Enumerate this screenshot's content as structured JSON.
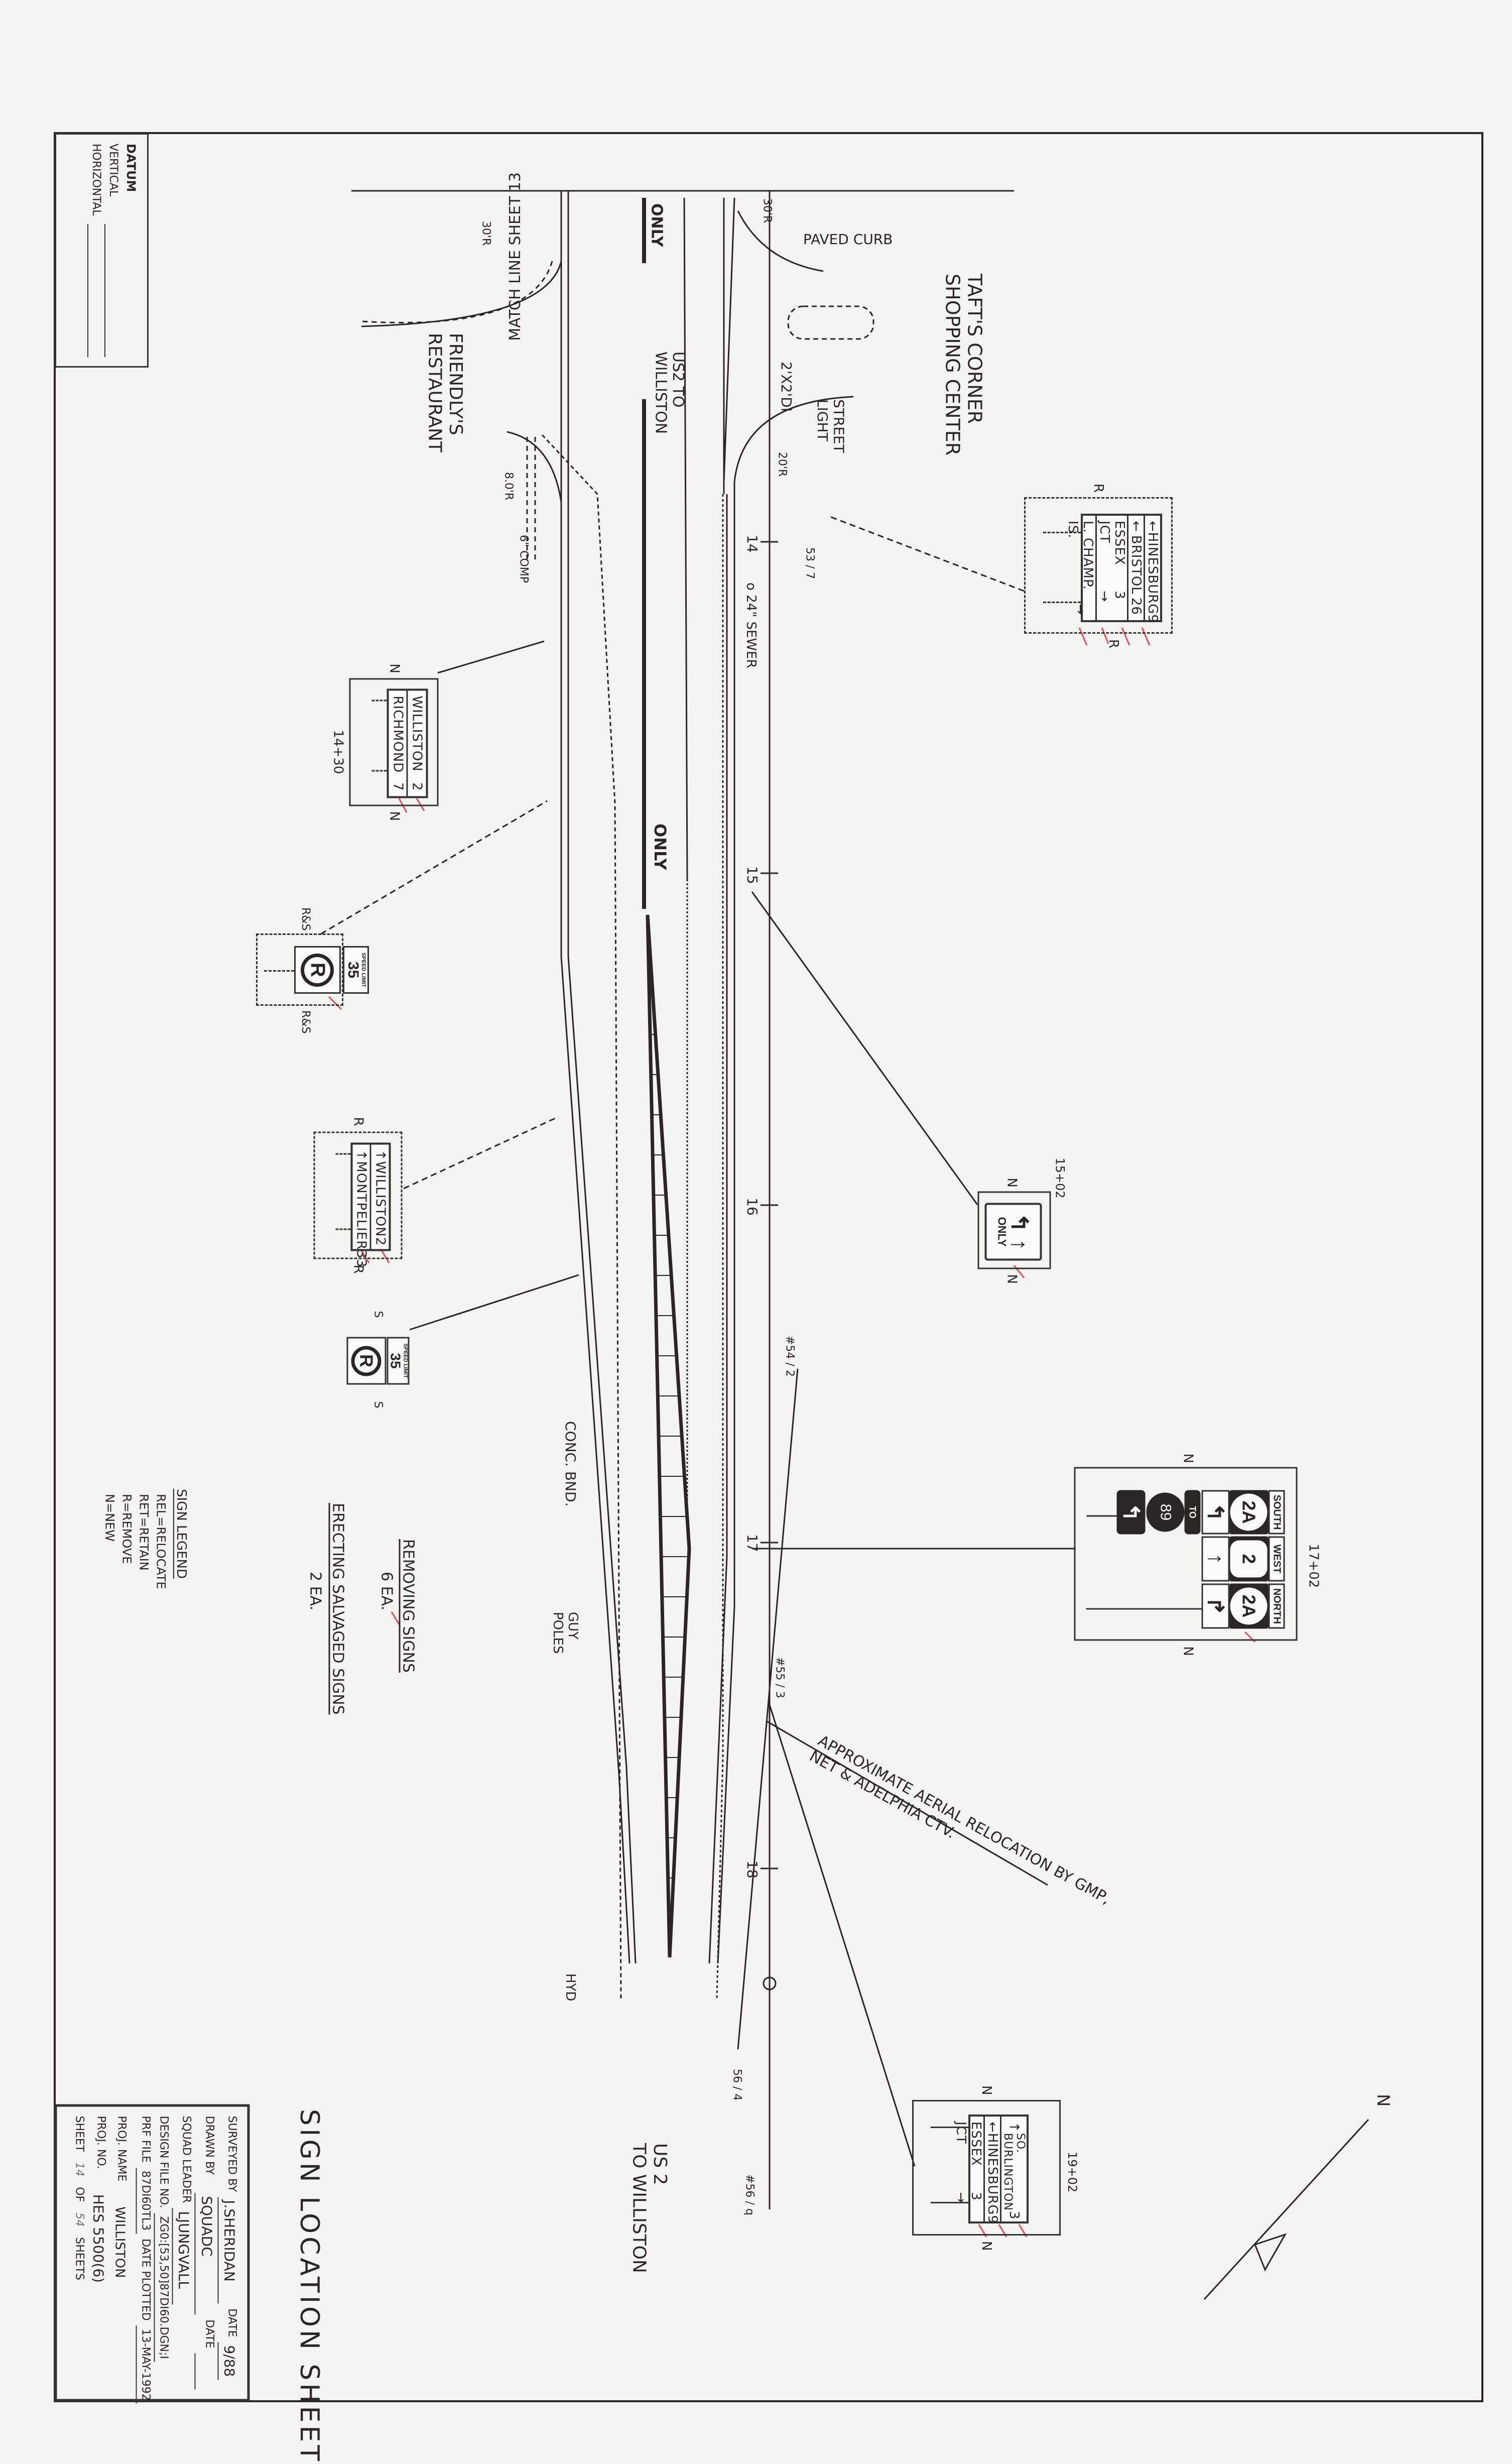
{
  "sheet": {
    "title": "SIGN LOCATION SHEET",
    "match_line": "MATCH LINE SHEET 13"
  },
  "labels": {
    "taft_1": "TAFT'S CORNER",
    "taft_2": "SHOPPING CENTER",
    "friendlys_1": "FRIENDLY'S",
    "friendlys_2": "RESTAURANT",
    "us2_top_1": "US2 TO",
    "us2_top_2": "WILLISTON",
    "us2_bottom_1": "US 2",
    "us2_bottom_2": "TO WILLISTON",
    "paved_curb": "PAVED CURB",
    "drop_inlet": "2'X2'DI",
    "street_light_1": "STREET",
    "street_light_2": "LIGHT",
    "sewer": "o 24\" SEWER",
    "conc_bnd": "CONC. BND.",
    "guy_poles_1": "GUY",
    "guy_poles_2": "POLES",
    "hyd": "HYD",
    "only_top": "ONLY",
    "only_mid": "ONLY",
    "radius_30": "30'R",
    "radius_20": "20'R",
    "radius_30_left": "30'R",
    "radius_8": "8.0'R",
    "comp": "6\" COMP",
    "poles": [
      "53 / 7",
      "#54 / 2",
      "#55 / 3",
      "56 / 4",
      "#56 / q"
    ],
    "aerial_note_1": "APPROXIMATE AERIAL RELOCATION BY GMP,",
    "aerial_note_2": "NET & ADELPHIA CTV.",
    "north": "N"
  },
  "stations": [
    "14",
    "15",
    "16",
    "17",
    "18"
  ],
  "signs": {
    "s1": {
      "rows": [
        {
          "arrow": "←",
          "text": "HINESBURG",
          "num": "9"
        },
        {
          "arrow": "←",
          "text": "BRISTOL",
          "num": "26"
        },
        {
          "arrow": "",
          "text": "ESSEX JCT",
          "num": "3 →"
        },
        {
          "arrow": "",
          "text": "L. CHAMP. IS.",
          "num": "→"
        }
      ],
      "code_top": "R",
      "code_bottom": "R"
    },
    "s2": {
      "station": "14+30",
      "rows": [
        {
          "text": "WILLISTON",
          "num": "2"
        },
        {
          "text": "RICHMOND",
          "num": "7"
        }
      ],
      "code_top": "N",
      "code_bottom": "N"
    },
    "s3": {
      "speed_label": "SPEED LIMIT",
      "speed": "35",
      "symbol": "R",
      "code_top": "R&S",
      "code_bottom": "R&S"
    },
    "s4": {
      "rows": [
        {
          "arrow": "↑",
          "text": "WILLISTON",
          "num": "2"
        },
        {
          "arrow": "↑",
          "text": "MONTPELIER",
          "num": "33"
        }
      ],
      "code_top": "R",
      "code_bottom": "R"
    },
    "s5": {
      "speed_label": "SPEED LIMIT",
      "speed": "35",
      "symbol": "R",
      "code_top": "S",
      "code_bottom": "S"
    },
    "s6": {
      "station": "15+02",
      "text": "ONLY",
      "arrows": "↰ ↑",
      "code_top": "N",
      "code_bottom": "N"
    },
    "s7": {
      "station": "17+02",
      "code_top": "N",
      "code_bottom": "N",
      "directions": [
        "SOUTH",
        "WEST",
        "NORTH"
      ],
      "routes": [
        "2A",
        "2",
        "2A"
      ],
      "arrows": [
        "↰",
        "↑",
        "↱"
      ],
      "to": "TO",
      "interstate": "89",
      "bottom_arrow": "↰"
    },
    "s8": {
      "station": "19+02",
      "rows": [
        {
          "arrow": "↑",
          "text": "SO. BURLINGTON",
          "num": "3"
        },
        {
          "arrow": "←",
          "text": "HINESBURG",
          "num": "9"
        },
        {
          "arrow": "",
          "text": "ESSEX JCT",
          "num": "3 →"
        }
      ],
      "code_top": "N",
      "code_bottom": "N"
    }
  },
  "notes": {
    "removing_title": "REMOVING SIGNS",
    "removing_qty": "6 EA.",
    "erecting_title": "ERECTING SALVAGED SIGNS",
    "erecting_qty": "2 EA."
  },
  "legend": {
    "title": "SIGN LEGEND",
    "items": [
      "REL=RELOCATE",
      "RET=RETAIN",
      "R=REMOVE",
      "N=NEW"
    ]
  },
  "datum": {
    "title": "DATUM",
    "vertical": "VERTICAL",
    "horizontal": "HORIZONTAL"
  },
  "title_block": {
    "surveyed_by_label": "SURVEYED BY",
    "surveyed_by": "J.SHERIDAN",
    "date_label": "DATE",
    "date": "9/88",
    "drawn_by_label": "DRAWN BY",
    "drawn_by": "SQUADC",
    "date2_label": "DATE",
    "squad_leader_label": "SQUAD LEADER",
    "squad_leader": "LJUNGVALL",
    "design_file_label": "DESIGN FILE NO.",
    "design_file": "ZG0:[53,50]87DI60.DGN;I",
    "prf_file_label": "PRF FILE",
    "prf_file": "87DI60TL3",
    "plotted_label": "DATE PLOTTED",
    "plotted": "13-MAY-1992",
    "proj_name_label": "PROJ. NAME",
    "proj_name": "WILLISTON",
    "proj_no_label": "PROJ. NO.",
    "proj_no": "HES 5500(6)",
    "sheet_label": "SHEET",
    "sheet": "14",
    "of_label": "OF",
    "sheets": "54",
    "sheets_label": "SHEETS"
  },
  "colors": {
    "ink": "#2a2626",
    "paper": "#f3f3f2",
    "redline": "#e0505a"
  }
}
